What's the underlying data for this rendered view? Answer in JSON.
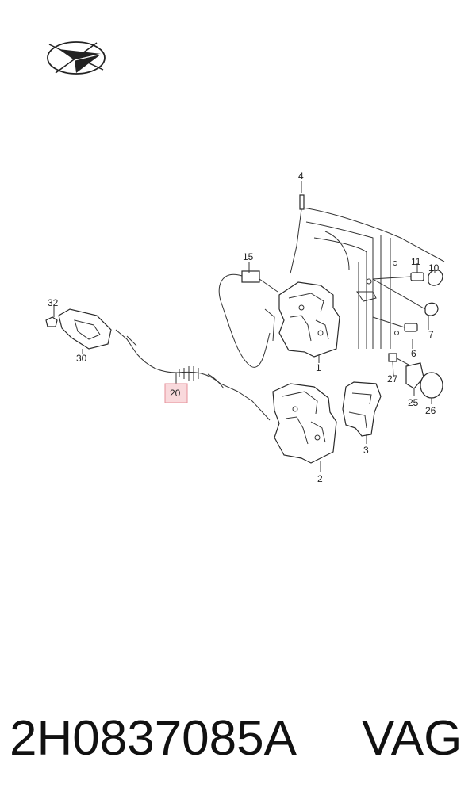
{
  "logo": {
    "icon": "paper-plane-logo-icon"
  },
  "diagram": {
    "callouts": [
      "4",
      "15",
      "11",
      "10",
      "32",
      "30",
      "7",
      "1",
      "6",
      "27",
      "25",
      "26",
      "20",
      "3",
      "2"
    ],
    "highlight_label": "20",
    "colors": {
      "highlight_fill": "#f9d9dc",
      "highlight_stroke": "#e58f98",
      "line": "#333333"
    }
  },
  "footer": {
    "part_number": "2H0837085A",
    "brand": "VAG"
  }
}
